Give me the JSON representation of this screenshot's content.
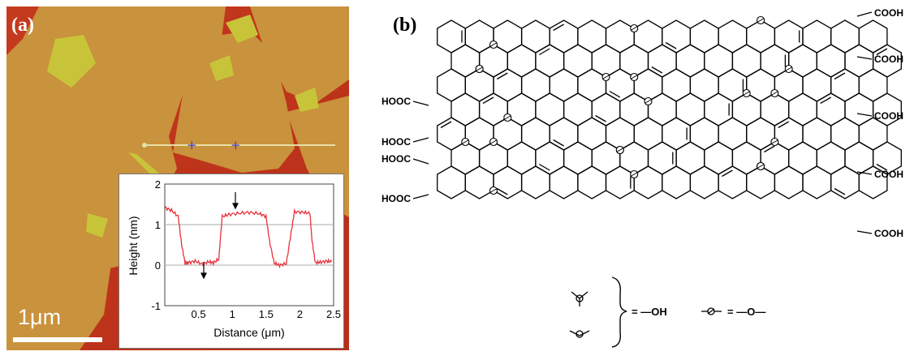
{
  "panel_a": {
    "label": "(a)",
    "scale_bar": "1μm",
    "inset_chart": {
      "ylabel": "Height (nm)",
      "xlabel": "Distance (μm)",
      "x_ticks": [
        "0.5",
        "1",
        "1.5",
        "2",
        "2.5"
      ],
      "y_ticks": [
        "2",
        "1",
        "0",
        "-1"
      ],
      "xlim": [
        0,
        2.5
      ],
      "ylim": [
        -1,
        2
      ],
      "line_color": "#e8323c"
    }
  },
  "panel_b": {
    "label": "(b)",
    "cooh_right": [
      "COOH",
      "COOH",
      "COOH",
      "COOH",
      "COOH"
    ],
    "hooc_left": [
      "HOOC",
      "HOOC",
      "HOOC",
      "HOOC"
    ],
    "legend": {
      "hydroxyl_text": "= —OH",
      "epoxy_text": "= —O—"
    }
  },
  "chart_data": {
    "type": "line",
    "title": "",
    "xlabel": "Distance (μm)",
    "ylabel": "Height (nm)",
    "xlim": [
      0,
      2.5
    ],
    "ylim": [
      -1,
      2
    ],
    "grid": "horizontal",
    "series": [
      {
        "x": [
          0.0,
          0.1,
          0.2,
          0.25,
          0.3,
          0.35,
          0.45,
          0.55,
          0.65,
          0.72,
          0.8,
          0.85,
          0.95,
          1.1,
          1.25,
          1.4,
          1.5,
          1.55,
          1.62,
          1.7,
          1.8,
          1.87,
          1.92,
          2.05,
          2.15,
          2.18,
          2.23,
          2.3,
          2.4,
          2.47
        ],
        "y": [
          1.42,
          1.35,
          1.2,
          0.5,
          0.05,
          0.06,
          0.1,
          0.03,
          0.08,
          0.06,
          0.15,
          1.2,
          1.25,
          1.28,
          1.3,
          1.27,
          1.2,
          0.6,
          0.05,
          0.0,
          0.04,
          0.8,
          1.32,
          1.3,
          1.28,
          0.6,
          0.06,
          0.07,
          0.1,
          0.08
        ]
      }
    ]
  }
}
